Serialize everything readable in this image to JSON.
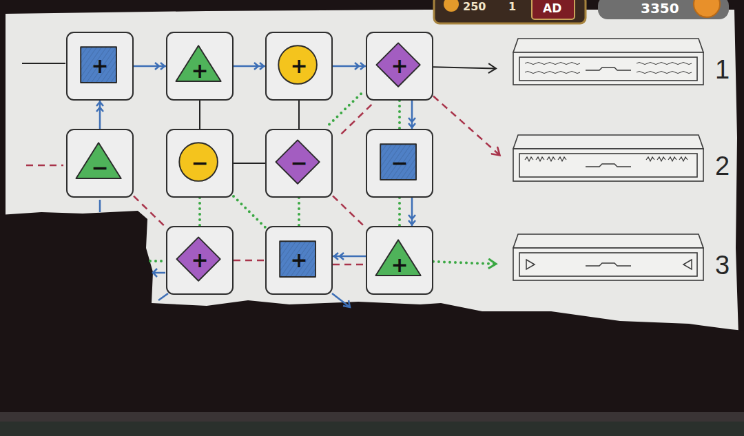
{
  "diagram": {
    "nodes": [
      {
        "text": [
          "+"
        ]
      },
      {
        "text": [
          "+"
        ]
      },
      {
        "text": [
          "+"
        ]
      },
      {
        "text": [
          "+"
        ]
      },
      {
        "text": [
          "−"
        ]
      },
      {
        "text": [
          "−"
        ]
      },
      {
        "text": [
          "−"
        ]
      },
      {
        "text": [
          "−"
        ]
      },
      {
        "text": [
          "+"
        ]
      },
      {
        "text": [
          "+"
        ]
      },
      {
        "text": [
          "+"
        ]
      },
      {
        "text": [
          "1"
        ]
      },
      {
        "text": [
          "2"
        ]
      },
      {
        "text": [
          "3"
        ]
      }
    ],
    "edges": [
      {
        "from": 0,
        "to": 1,
        "arrow": "to"
      },
      {
        "from": 1,
        "to": 2,
        "arrow": "to"
      },
      {
        "from": 2,
        "to": 3,
        "arrow": "to"
      },
      {
        "from": 3,
        "to": 11,
        "arrow": "to"
      },
      {
        "from": 4,
        "to": 0,
        "arrow": "to"
      },
      {
        "from": 1,
        "to": 5,
        "arrow": "none"
      },
      {
        "from": 2,
        "to": 6,
        "arrow": "none"
      },
      {
        "from": 5,
        "to": 6,
        "arrow": "none"
      },
      {
        "from": 3,
        "to": 7,
        "arrow": "to"
      },
      {
        "from": 3,
        "to": 7,
        "arrow": "none"
      },
      {
        "from": 3,
        "to": 12,
        "arrow": "to"
      },
      {
        "from": 3,
        "to": 6,
        "arrow": "none"
      },
      {
        "from": 3,
        "to": 6,
        "arrow": "none"
      },
      {
        "from": 7,
        "to": 10,
        "arrow": "to"
      },
      {
        "from": 7,
        "to": 10,
        "arrow": "none"
      },
      {
        "from": 6,
        "to": 10,
        "arrow": "none"
      },
      {
        "from": 5,
        "to": 9,
        "arrow": "none"
      },
      {
        "from": 5,
        "to": 8,
        "arrow": "none"
      },
      {
        "from": 6,
        "to": 9,
        "arrow": "none"
      },
      {
        "from": 4,
        "to": 8,
        "arrow": "none"
      },
      {
        "from": 8,
        "to": 9,
        "arrow": "none"
      },
      {
        "from": 10,
        "to": 9,
        "arrow": "to"
      },
      {
        "from": 9,
        "to": 10,
        "arrow": "none"
      },
      {
        "from": 10,
        "to": 13,
        "arrow": "to"
      }
    ],
    "labels": [
      "250",
      "1",
      "AD",
      "3350"
    ]
  }
}
